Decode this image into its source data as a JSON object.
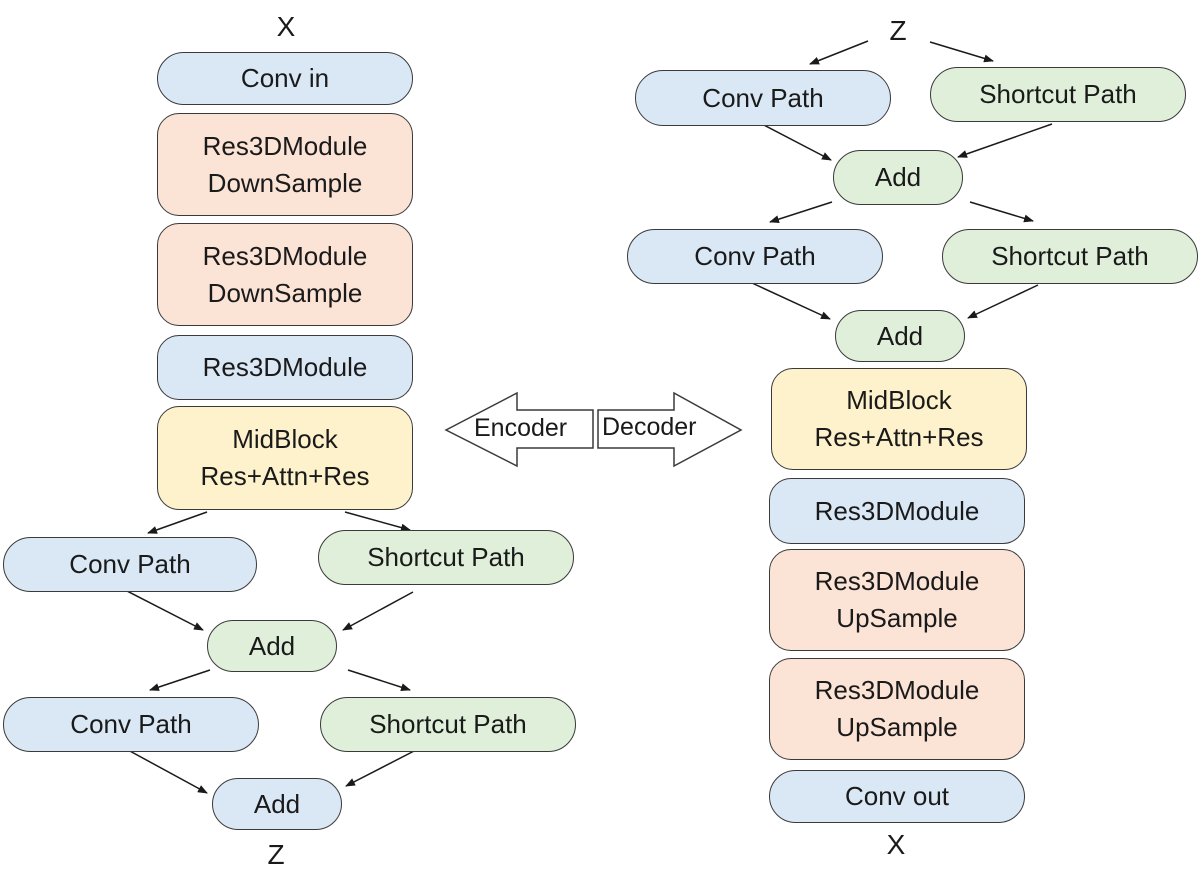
{
  "encoder": {
    "input": "X",
    "output": "Z",
    "conv_in": "Conv in",
    "res_down_1": [
      "Res3DModule",
      "DownSample"
    ],
    "res_down_2": [
      "Res3DModule",
      "DownSample"
    ],
    "res": "Res3DModule",
    "mid_block": [
      "MidBlock",
      "Res+Attn+Res"
    ],
    "branch_1": {
      "conv": "Conv Path",
      "shortcut": "Shortcut Path",
      "add": "Add"
    },
    "branch_2": {
      "conv": "Conv Path",
      "shortcut": "Shortcut Path",
      "add": "Add"
    }
  },
  "decoder": {
    "input": "Z",
    "output": "X",
    "branch_1": {
      "conv": "Conv Path",
      "shortcut": "Shortcut Path",
      "add": "Add"
    },
    "branch_2": {
      "conv": "Conv Path",
      "shortcut": "Shortcut Path",
      "add": "Add"
    },
    "mid_block": [
      "MidBlock",
      "Res+Attn+Res"
    ],
    "res": "Res3DModule",
    "res_up_1": [
      "Res3DModule",
      "UpSample"
    ],
    "res_up_2": [
      "Res3DModule",
      "UpSample"
    ],
    "conv_out": "Conv out"
  },
  "center": {
    "encoder_label": "Encoder",
    "decoder_label": "Decoder"
  },
  "colors": {
    "conv": "#dae8f6",
    "shortcut_add": "#e0efda",
    "sample": "#fbe3d6",
    "mid_block": "#fef2cc",
    "stroke": "#3a3a3a"
  }
}
